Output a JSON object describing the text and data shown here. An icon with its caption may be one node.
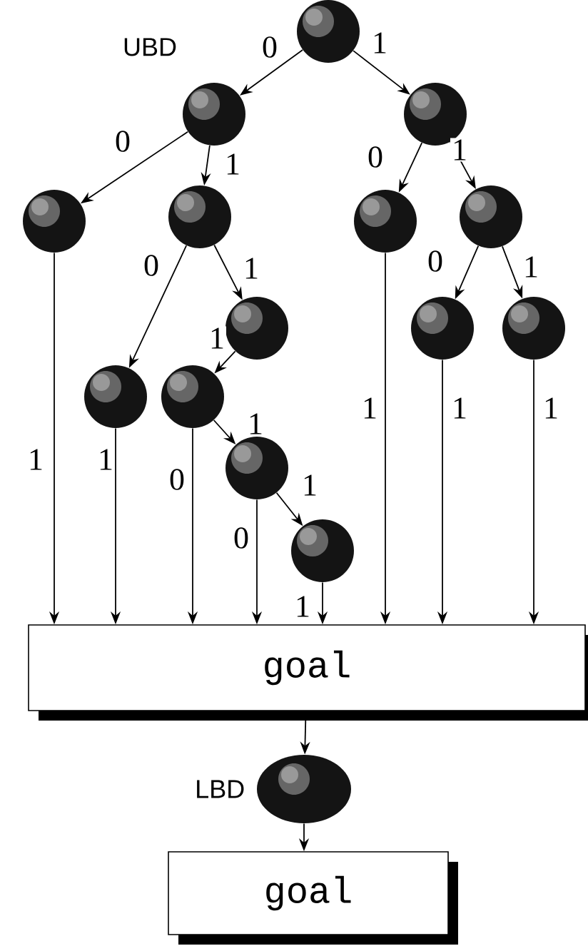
{
  "diagram": {
    "nodes": [
      {
        "text": [],
        "shape": "circle"
      },
      {
        "text": [],
        "shape": "circle"
      },
      {
        "text": [],
        "shape": "circle"
      },
      {
        "text": [],
        "shape": "circle"
      },
      {
        "text": [],
        "shape": "circle"
      },
      {
        "text": [],
        "shape": "circle"
      },
      {
        "text": [],
        "shape": "circle"
      },
      {
        "text": [],
        "shape": "circle"
      },
      {
        "text": [],
        "shape": "circle"
      },
      {
        "text": [],
        "shape": "circle"
      },
      {
        "text": [],
        "shape": "circle"
      },
      {
        "text": [],
        "shape": "circle"
      },
      {
        "text": [],
        "shape": "circle"
      },
      {
        "text": [],
        "shape": "circle"
      },
      {
        "text": [
          "goal"
        ]
      },
      {
        "text": [],
        "shape": "circle",
        "beside": [
          "LBD"
        ]
      },
      {
        "text": [
          "goal"
        ]
      }
    ],
    "edges": [
      {
        "from": 0,
        "to": 1,
        "arrow": "to",
        "label": "0"
      },
      {
        "from": 0,
        "to": 2,
        "arrow": "to",
        "label": "1"
      },
      {
        "from": 1,
        "to": 3,
        "arrow": "to",
        "label": "0"
      },
      {
        "from": 1,
        "to": 4,
        "arrow": "to",
        "label": "1"
      },
      {
        "from": 2,
        "to": 5,
        "arrow": "to",
        "label": "0"
      },
      {
        "from": 2,
        "to": 6,
        "arrow": "to",
        "label": "1"
      },
      {
        "from": 4,
        "to": 10,
        "arrow": "to",
        "label": "0"
      },
      {
        "from": 4,
        "to": 7,
        "arrow": "to",
        "label": "1"
      },
      {
        "from": 6,
        "to": 8,
        "arrow": "to",
        "label": "0"
      },
      {
        "from": 6,
        "to": 9,
        "arrow": "to",
        "label": "1"
      },
      {
        "from": 7,
        "to": 11,
        "arrow": "to",
        "label": "1"
      },
      {
        "from": 11,
        "to": 12,
        "arrow": "to",
        "label": "1"
      },
      {
        "from": 12,
        "to": 13,
        "arrow": "to",
        "label": "1"
      },
      {
        "from": 3,
        "to": 14,
        "arrow": "to",
        "label": "1"
      },
      {
        "from": 10,
        "to": 14,
        "arrow": "to",
        "label": "1"
      },
      {
        "from": 11,
        "to": 14,
        "arrow": "to",
        "label": "0"
      },
      {
        "from": 12,
        "to": 14,
        "arrow": "to",
        "label": "0"
      },
      {
        "from": 13,
        "to": 14,
        "arrow": "to",
        "label": "1"
      },
      {
        "from": 5,
        "to": 14,
        "arrow": "to",
        "label": "1"
      },
      {
        "from": 8,
        "to": 14,
        "arrow": "to",
        "label": "1"
      },
      {
        "from": 9,
        "to": 14,
        "arrow": "to",
        "label": "1"
      },
      {
        "from": 14,
        "to": 15,
        "arrow": "to"
      },
      {
        "from": 15,
        "to": 16,
        "arrow": "to"
      }
    ],
    "labels": [
      "UBD"
    ]
  }
}
